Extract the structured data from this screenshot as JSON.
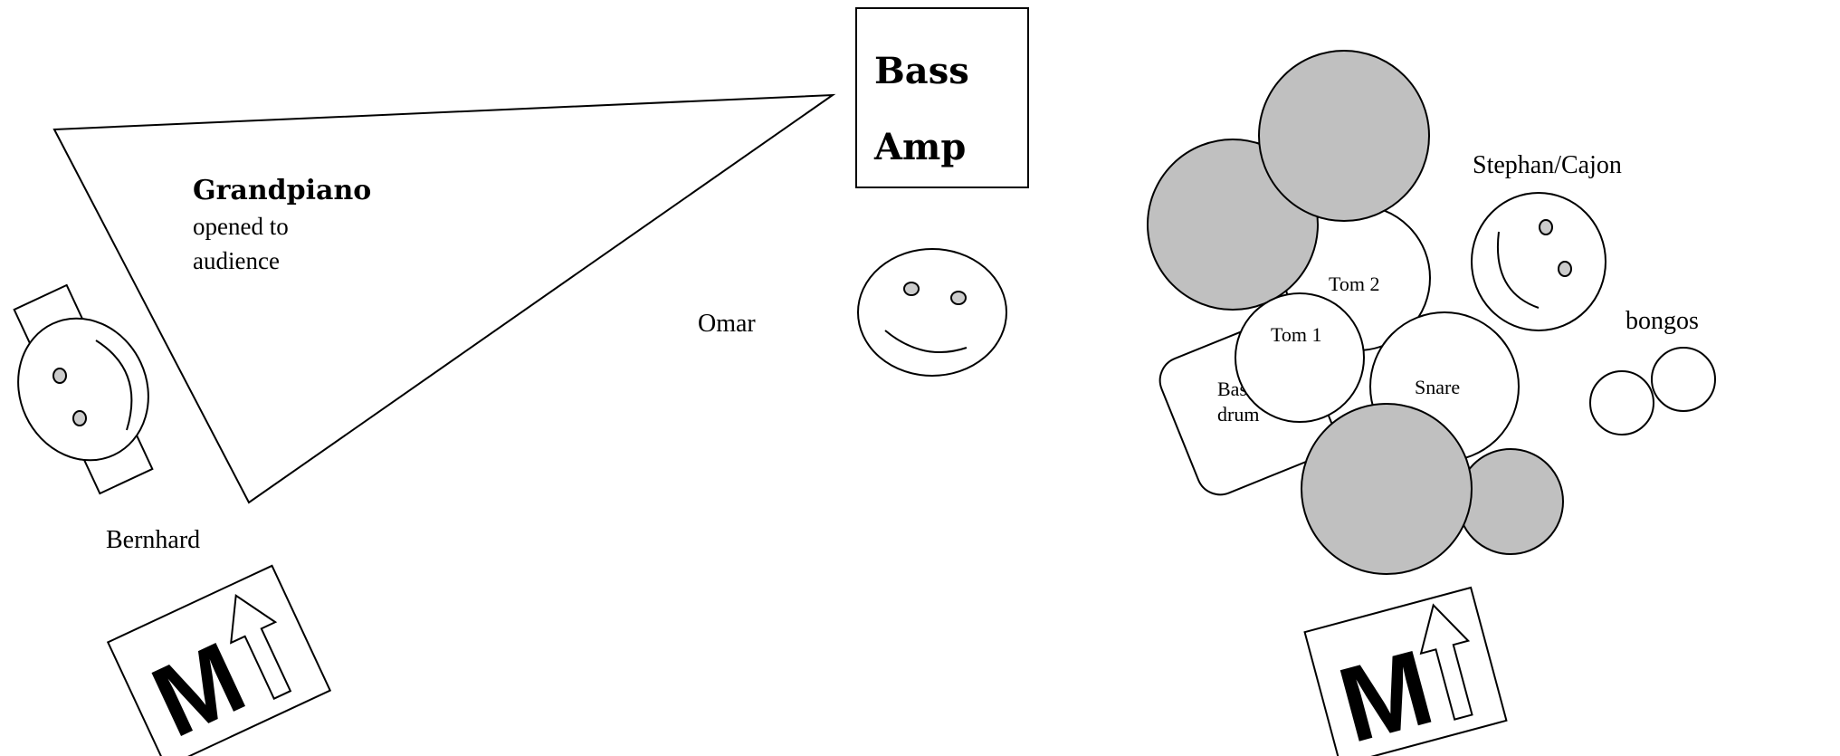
{
  "labels": {
    "bass_amp_line1": "Bass",
    "bass_amp_line2": "Amp",
    "grandpiano_title": "Grandpiano",
    "grandpiano_line2": " opened to",
    "grandpiano_line3": "audience",
    "omar": "Omar",
    "bernhard": "Bernhard",
    "stephan_cajon": "Stephan/Cajon",
    "bongos": "bongos",
    "tom1": "Tom 1",
    "tom2": "Tom 2",
    "snare": "Snare",
    "bass_drum_line1": "Bass",
    "bass_drum_line2": "drum",
    "monitor_letter_left": "M",
    "monitor_letter_right": "M"
  },
  "colors": {
    "cymbal_fill": "#c0c0c0",
    "eye_fill": "#cccccc",
    "line": "#000000",
    "background": "#ffffff"
  },
  "icons": {
    "monitor_left": "monitor-wedge-icon",
    "monitor_right": "monitor-wedge-icon"
  }
}
